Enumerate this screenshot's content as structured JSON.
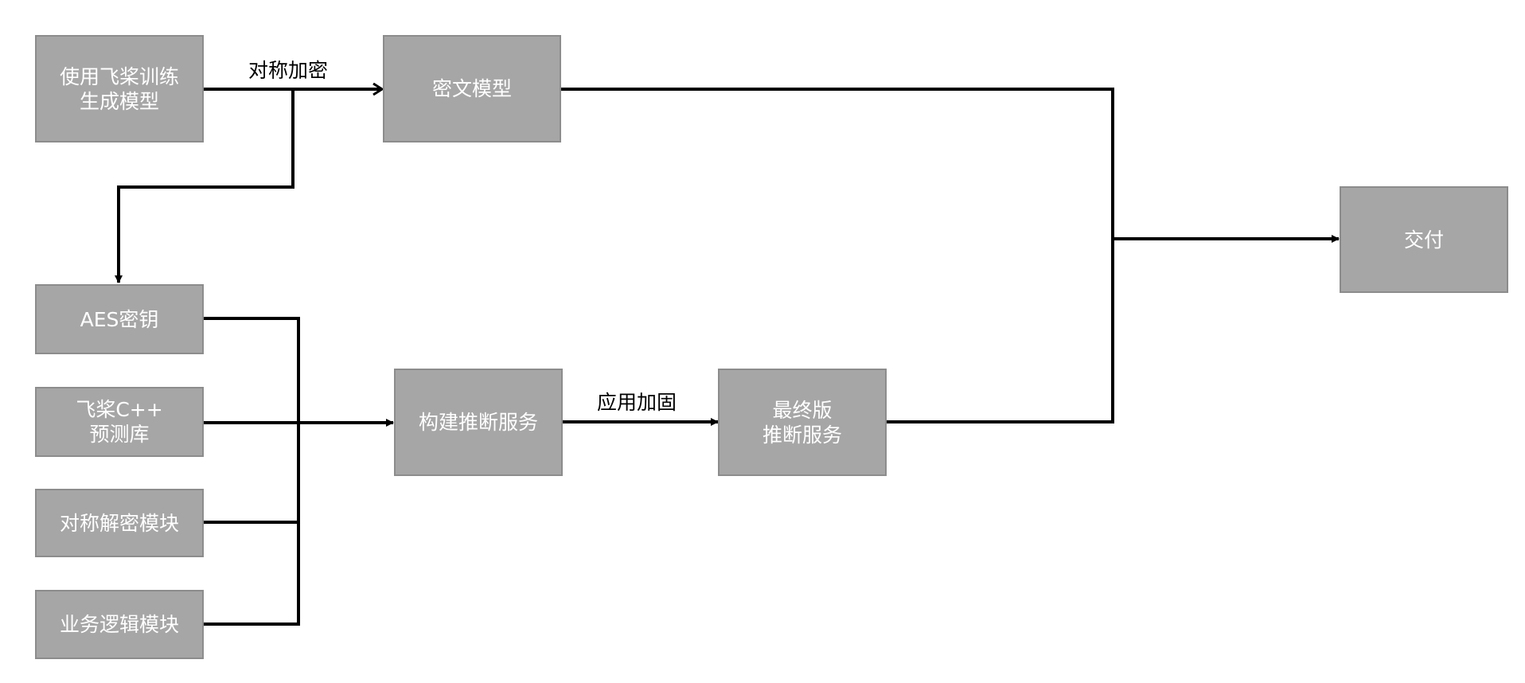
{
  "diagram": {
    "nodes": {
      "train": {
        "lines": [
          "使用飞桨训练",
          "生成模型"
        ]
      },
      "cipher_model": {
        "lines": [
          "密文模型"
        ]
      },
      "aes_key": {
        "lines": [
          "AES密钥"
        ]
      },
      "cpp_lib": {
        "lines": [
          "飞桨C++",
          "预测库"
        ]
      },
      "decrypt_module": {
        "lines": [
          "对称解密模块"
        ]
      },
      "biz_module": {
        "lines": [
          "业务逻辑模块"
        ]
      },
      "build_service": {
        "lines": [
          "构建推断服务"
        ]
      },
      "final_service": {
        "lines": [
          "最终版",
          "推断服务"
        ]
      },
      "deliver": {
        "lines": [
          "交付"
        ]
      }
    },
    "edge_labels": {
      "encrypt": "对称加密",
      "harden": "应用加固"
    },
    "colors": {
      "node_fill": "#a6a6a6",
      "node_border": "#8c8c8c",
      "node_text": "#ffffff",
      "connector": "#000000"
    }
  }
}
